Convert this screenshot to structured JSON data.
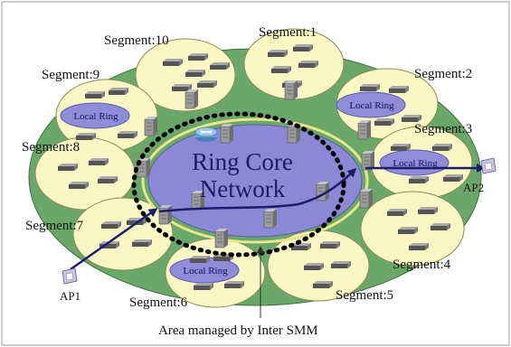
{
  "segments": [
    "Segment:10",
    "Segment:1",
    "Segment:9",
    "Segment:2",
    "Segment:8",
    "Segment:3",
    "Segment:7",
    "Segment:4",
    "Segment:5",
    "Segment:6"
  ],
  "core": {
    "line1": "Ring Core",
    "line2": "Network"
  },
  "local_ring_label": "Local Ring",
  "access_points": {
    "ap1": "AP1",
    "ap2": "AP2"
  },
  "caption": "Area managed by Inter SMM",
  "colors": {
    "outer_ring": "#6aa86a",
    "segment_fill": "#fbf7c4",
    "core_fill": "#8b88d6",
    "local_ring_fill": "#8f8cd9",
    "arrow": "#1c1c6e"
  }
}
